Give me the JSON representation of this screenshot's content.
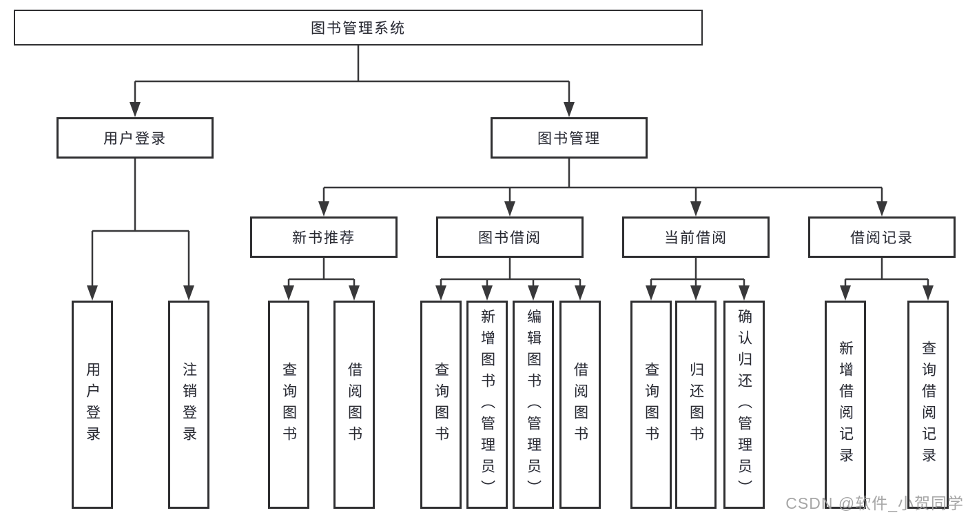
{
  "diagram_type": "hierarchy-tree",
  "tree": {
    "root": {
      "label": "图书管理系统",
      "children": [
        {
          "label": "用户登录",
          "children": [
            {
              "label": "用户登录"
            },
            {
              "label": "注销登录"
            }
          ]
        },
        {
          "label": "图书管理",
          "children": [
            {
              "label": "新书推荐",
              "children": [
                {
                  "label": "查询图书"
                },
                {
                  "label": "借阅图书"
                }
              ]
            },
            {
              "label": "图书借阅",
              "children": [
                {
                  "label": "查询图书"
                },
                {
                  "label": "新增图书（管理员）"
                },
                {
                  "label": "编辑图书（管理员）"
                },
                {
                  "label": "借阅图书"
                }
              ]
            },
            {
              "label": "当前借阅",
              "children": [
                {
                  "label": "查询图书"
                },
                {
                  "label": "归还图书"
                },
                {
                  "label": "确认归还（管理员）"
                }
              ]
            },
            {
              "label": "借阅记录",
              "children": [
                {
                  "label": "新增借阅记录"
                },
                {
                  "label": "查询借阅记录"
                }
              ]
            }
          ]
        }
      ]
    }
  },
  "watermark": {
    "text": "CSDN @软件_小贺同学"
  },
  "colors": {
    "line": "#38383a",
    "box_border": "#2f2f31",
    "box_fill": "#ffffff",
    "text": "#2b2b30",
    "watermark": "#9e9e9e"
  }
}
